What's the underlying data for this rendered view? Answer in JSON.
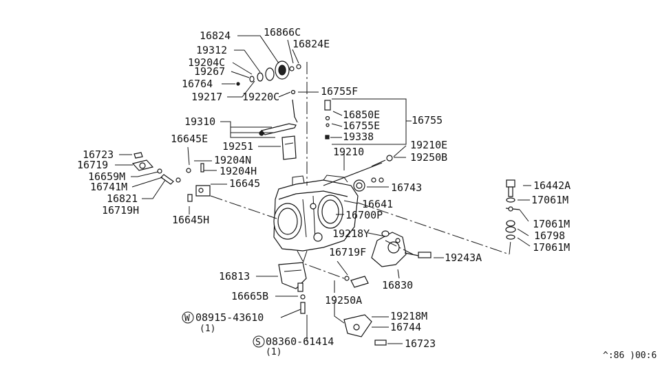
{
  "diagram": {
    "part_numbers": {
      "p16824": "16824",
      "p16866C": "16866C",
      "p16824E": "16824E",
      "p19312": "19312",
      "p19204C": "19204C",
      "p19267": "19267",
      "p16764": "16764",
      "p19217": "19217",
      "p19220C": "19220C",
      "p16755F": "16755F",
      "p16850E": "16850E",
      "p16755E": "16755E",
      "p16755": "16755",
      "p19338": "19338",
      "p19310": "19310",
      "p16645E": "16645E",
      "p19251": "19251",
      "p19210": "19210",
      "p19210E": "19210E",
      "p19250B": "19250B",
      "p16723a": "16723",
      "p16719": "16719",
      "p16659M": "16659M",
      "p16741M": "16741M",
      "p16821": "16821",
      "p16719H": "16719H",
      "p19204N": "19204N",
      "p19204H": "19204H",
      "p16645": "16645",
      "p16645H": "16645H",
      "p16743": "16743",
      "p16641": "16641",
      "p16700P": "16700P",
      "p16442A": "16442A",
      "p17061Ma": "17061M",
      "p17061Mb": "17061M",
      "p16798": "16798",
      "p17061Mc": "17061M",
      "p19218Y": "19218Y",
      "p16719F": "16719F",
      "p19243A": "19243A",
      "p16830": "16830",
      "p16813": "16813",
      "p16665B": "16665B",
      "p19250A": "19250A",
      "p19218M": "19218M",
      "p16744": "16744",
      "p16723b": "16723",
      "p08915": "08915-43610",
      "p08915_qty": "(1)",
      "p08915_prefix": "W",
      "p08360": "08360-61414",
      "p08360_qty": "(1)",
      "p08360_prefix": "S"
    },
    "drawing_code": "^:86 )00:6"
  }
}
